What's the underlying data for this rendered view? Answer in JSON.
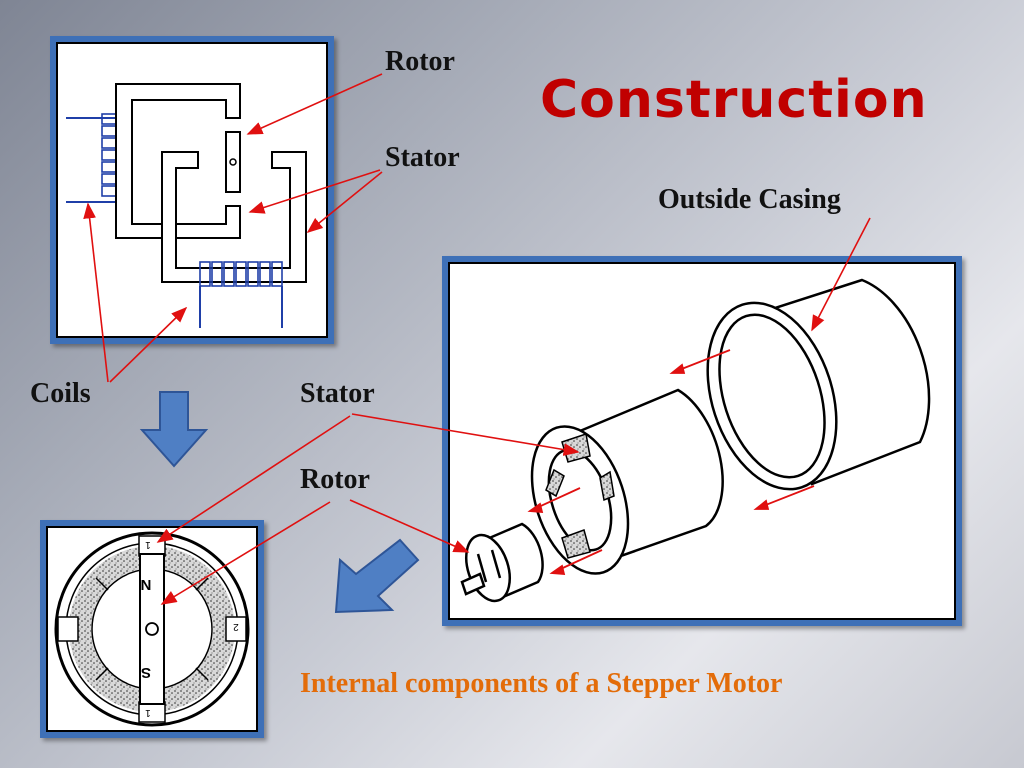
{
  "title": "Construction",
  "caption": "Internal components of a Stepper Motor",
  "labels": {
    "rotor_top": "Rotor",
    "stator_top": "Stator",
    "outside_casing": "Outside Casing",
    "coils": "Coils",
    "stator_mid": "Stator",
    "rotor_mid": "Rotor"
  },
  "rotor_poles": {
    "north": "N",
    "south": "S"
  },
  "pole_numbers": [
    "1",
    "2",
    "1"
  ],
  "colors": {
    "title": "#c00000",
    "caption": "#e36c09",
    "arrow": "#e01010",
    "panel_border": "#3e70b7",
    "coil": "#1f3fa8"
  }
}
